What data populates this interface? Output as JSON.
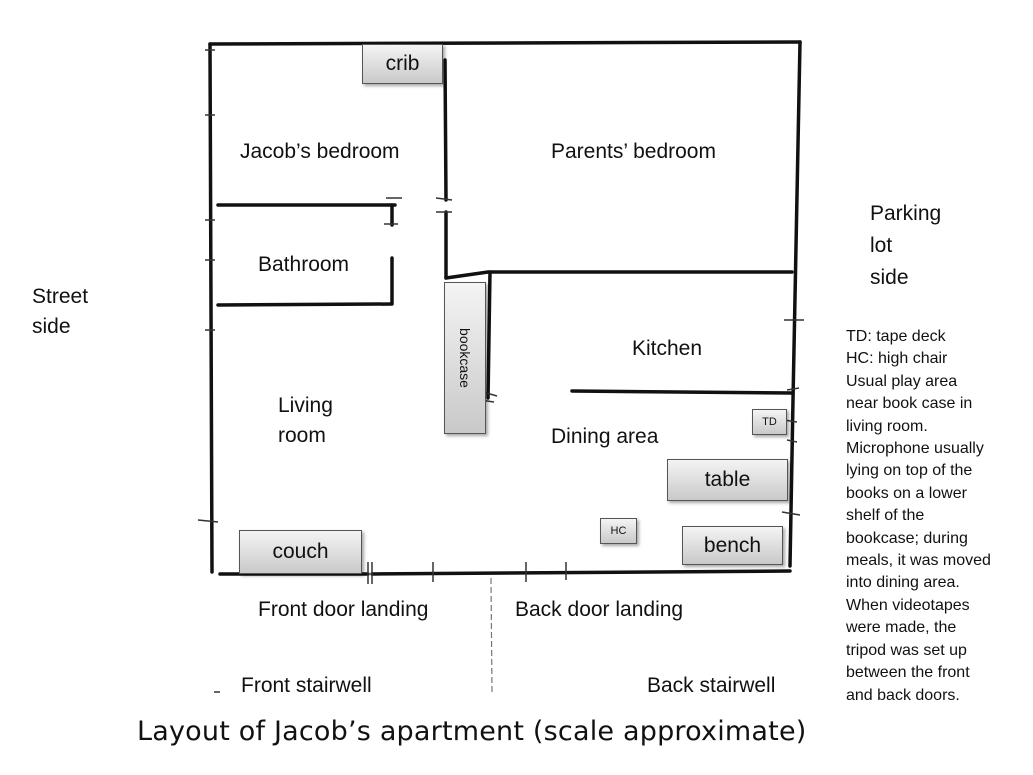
{
  "title": "Layout of Jacob’s apartment (scale approximate)",
  "rooms": {
    "jacobs_bedroom": "Jacob’s bedroom",
    "parents_bedroom": "Parents’ bedroom",
    "bathroom": "Bathroom",
    "kitchen": "Kitchen",
    "living_room": [
      "Living",
      "room"
    ],
    "dining_area": "Dining area"
  },
  "outside": {
    "street_side": [
      "Street",
      "side"
    ],
    "parking_lot_side": [
      "Parking",
      "lot",
      "side"
    ],
    "front_door_landing": "Front door landing",
    "back_door_landing": "Back door landing",
    "front_stairwell": "Front stairwell",
    "back_stairwell": "Back stairwell"
  },
  "furniture": {
    "crib": "crib",
    "bookcase": "bookcase",
    "couch": "couch",
    "table": "table",
    "bench": "bench",
    "tape_deck": "TD",
    "high_chair": "HC"
  },
  "notes": [
    "TD: tape deck",
    "HC: high chair",
    "Usual play area",
    "near book case in",
    "living room.",
    "Microphone usually",
    "lying on top of the",
    "books on a lower",
    "shelf of the",
    "bookcase; during",
    "meals, it was moved",
    "into dining area.",
    "When videotapes",
    "were made, the",
    "tripod was set up",
    "between the front",
    "and back doors."
  ]
}
